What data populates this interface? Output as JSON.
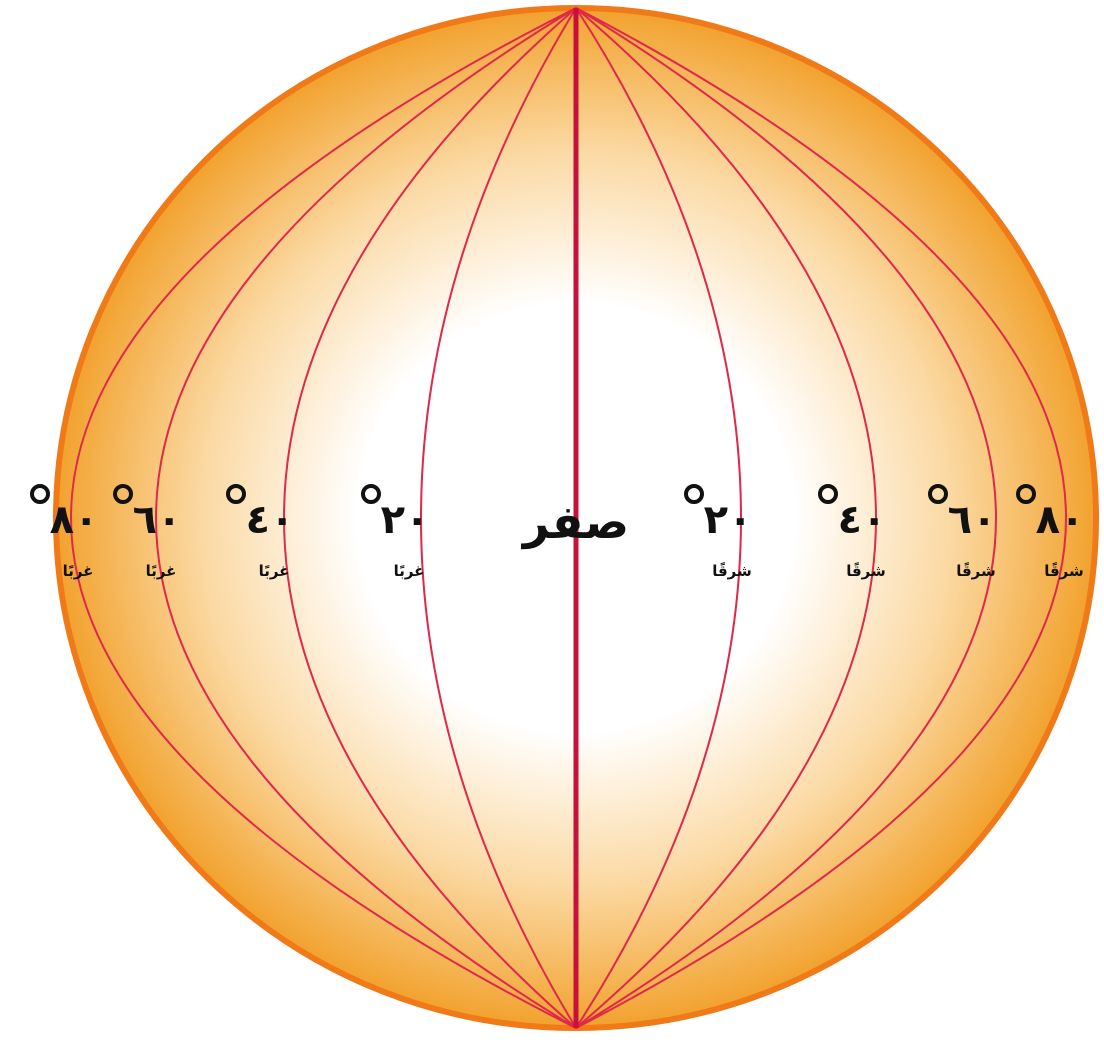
{
  "globe": {
    "colors": {
      "center": "#ffffff",
      "mid": "#fbd9a3",
      "edge": "#f2a22e",
      "outline": "#f07a18",
      "meridian": "#e0284a",
      "prime_meridian": "#c8103a"
    },
    "prime_meridian": {
      "label": "صفر"
    },
    "meridians": [
      {
        "id": "w80",
        "degree": "٨٠",
        "direction": "غربًا"
      },
      {
        "id": "w60",
        "degree": "٦٠",
        "direction": "غربًا"
      },
      {
        "id": "w40",
        "degree": "٤٠",
        "direction": "غربًا"
      },
      {
        "id": "w20",
        "degree": "٢٠",
        "direction": "غربًا"
      },
      {
        "id": "e20",
        "degree": "٢٠",
        "direction": "شرقًا"
      },
      {
        "id": "e40",
        "degree": "٤٠",
        "direction": "شرقًا"
      },
      {
        "id": "e60",
        "degree": "٦٠",
        "direction": "شرقًا"
      },
      {
        "id": "e80",
        "degree": "٨٠",
        "direction": "شرقًا"
      }
    ]
  }
}
